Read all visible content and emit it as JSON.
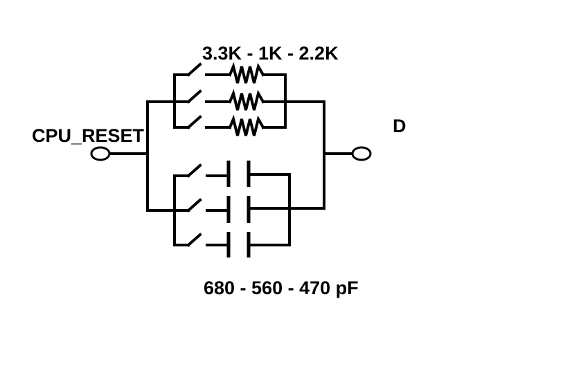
{
  "labels": {
    "input": "CPU_RESET",
    "output": "D",
    "resistors": "3.3K - 1K - 2.2K",
    "capacitors": "680 - 560 - 470 pF"
  },
  "colors": {
    "ink": "#000000",
    "background": "#ffffff"
  }
}
